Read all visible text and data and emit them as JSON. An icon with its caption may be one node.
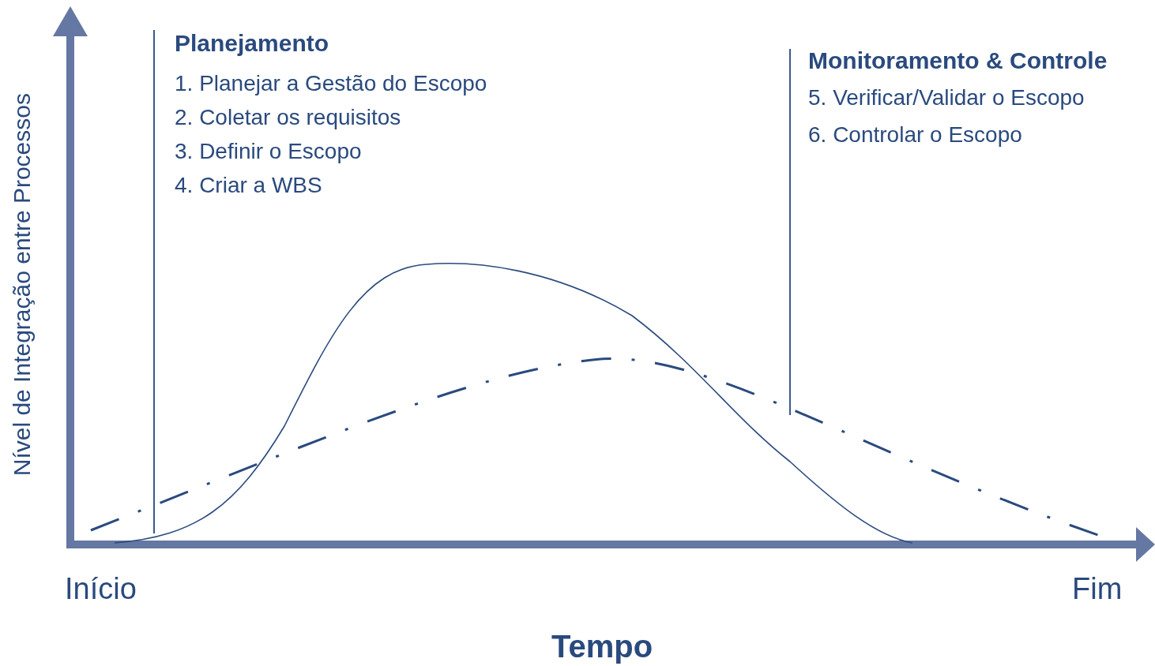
{
  "diagram": {
    "labels": [
      "Nível de Integração entre Processos",
      "Planejamento",
      "1. Planejar a Gestão do Escopo",
      "2. Coletar os requisitos",
      "3. Definir o Escopo",
      "4. Criar a WBS",
      "Monitoramento & Controle",
      "5. Verificar/Validar o Escopo",
      "6. Controlar o Escopo",
      "Início",
      "Fim",
      "Tempo"
    ]
  }
}
